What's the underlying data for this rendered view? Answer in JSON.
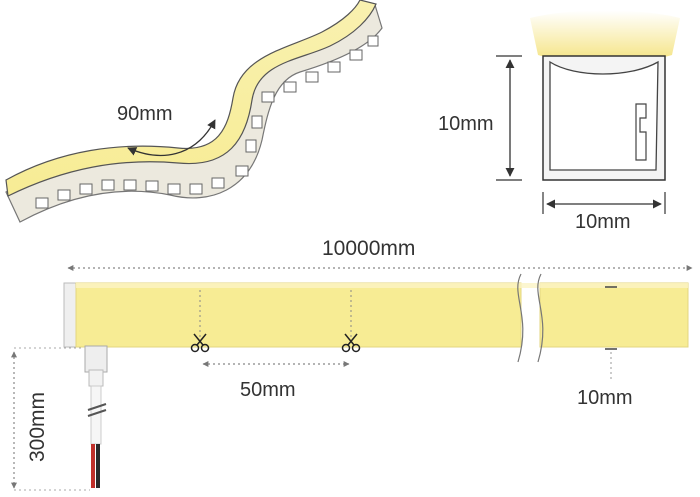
{
  "colors": {
    "led_yellow": "#f7ec94",
    "led_yellow_glow": "#f4e27a",
    "strip_edge": "#d9d6c8",
    "outline": "#333333",
    "dotted": "#888888",
    "wire_red": "#c0302a",
    "wire_black": "#2a2a2a"
  },
  "bend": {
    "radius_label": "90mm"
  },
  "cross_section": {
    "height_label": "10mm",
    "width_label": "10mm"
  },
  "strip": {
    "length_label": "10000mm",
    "cut_interval_label": "50mm",
    "strip_height_label": "10mm",
    "cable_length_label": "300mm"
  },
  "icons": {
    "cut": "scissors-icon"
  }
}
